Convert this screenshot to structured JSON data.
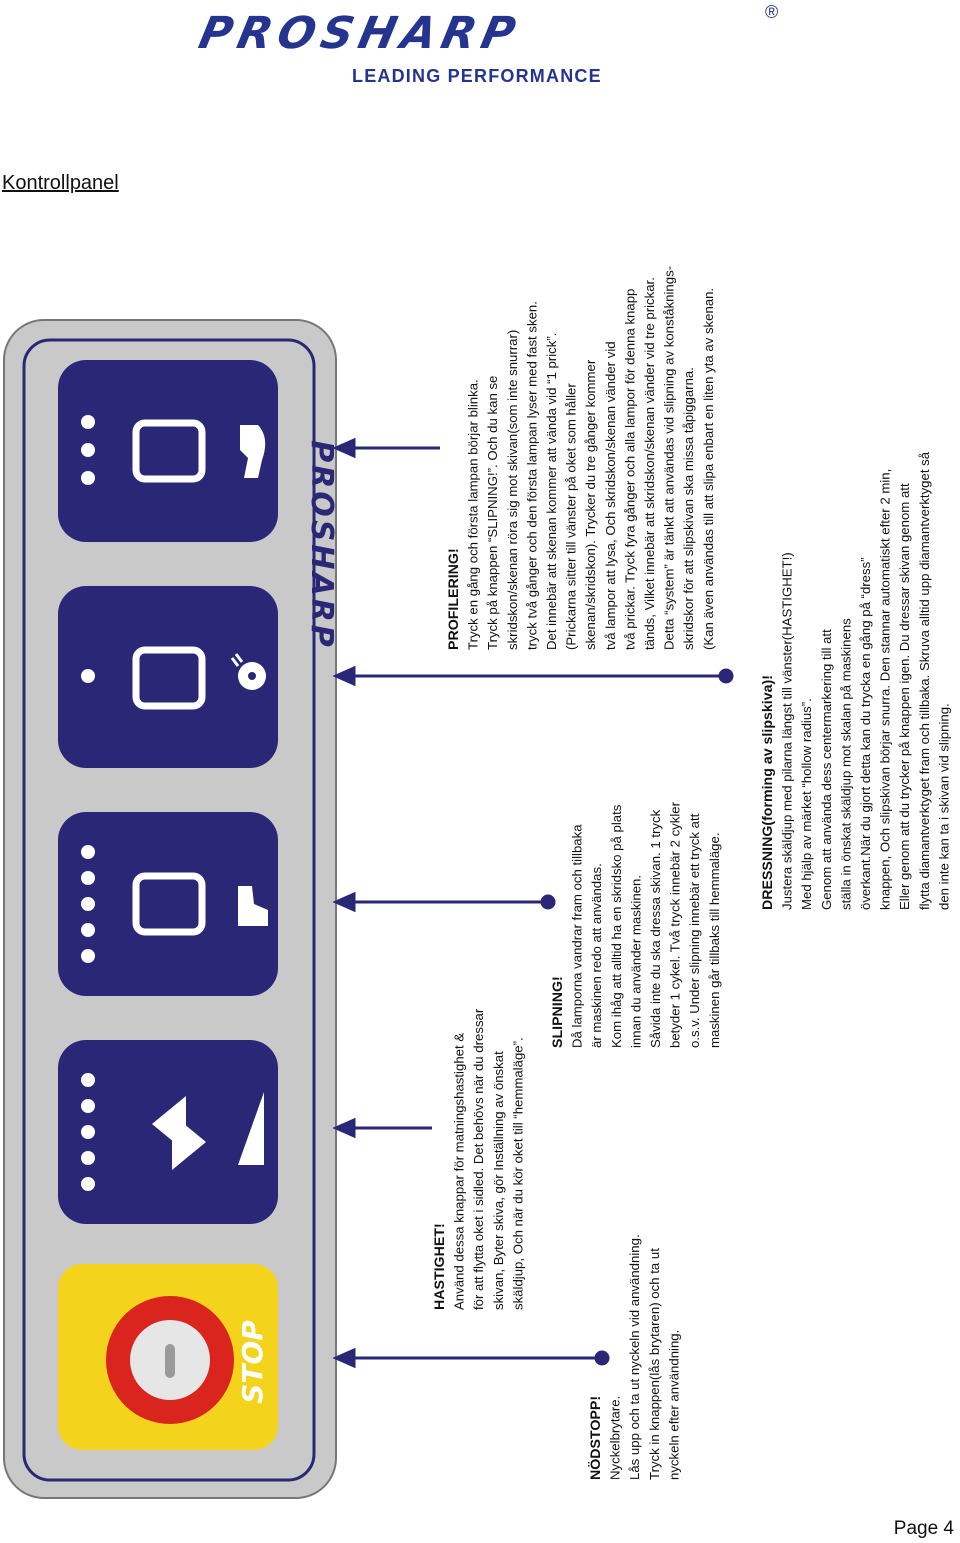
{
  "header": {
    "brand": "PROSHARP",
    "registered": "®",
    "tagline": "LEADING PERFORMANCE"
  },
  "section_title": "Kontrollpanel",
  "panel": {
    "brand": "PROSHARP",
    "stop_label": "STOP"
  },
  "notes": {
    "profilering": {
      "title": "PROFILERING!",
      "lines": [
        "Tryck en gång och första lampan börjar blinka.",
        "Tryck på knappen “SLIPNING!”. Och du kan se",
        "skridskon/skenan röra sig mot skivan(som inte snurrar)",
        "tryck två gånger och den första lampan lyser med fast sken.",
        "Det innebär att skenan kommer att vända vid “1 prick”.",
        "(Prickarna sitter till vänster på oket som håller",
        "skenan/skridskon). Trycker du tre gånger kommer",
        "två lampor att lysa, Och skridskon/skenan vänder vid",
        "två prickar. Tryck fyra gånger och alla lampor för denna knapp",
        "tänds, Vilket innebär att skridskon/skenan vänder vid tre prickar.",
        "Detta “system” är tänkt att användas vid slipning av konståknings-",
        "skridskor för att slipskivan ska missa tåpiggarna.",
        "(Kan även användas till att slipa enbart en liten yta av skenan."
      ]
    },
    "dressning": {
      "title": "DRESSNING(forming av slipskiva)!",
      "lines": [
        "Justera skäldjup med pilarna längst till vänster(HASTIGHET!)",
        "Med hjälp av märket “hollow radius”.",
        "Genom att använda dess centermarkering till att",
        "ställa in önskat skäldjup mot skalan på maskinens",
        "överkant.När du gjort detta kan du trycka en gång på “dress”",
        "knappen, Och slipskivan börjar snurra. Den stannar automatiskt efter 2 min,",
        "Eller genom att du trycker på knappen igen. Du dressar skivan genom att",
        "flytta diamantverktyget fram och tillbaka. Skruva alltid upp diamantverktyget så",
        "den inte kan ta i skivan vid slipning."
      ]
    },
    "slipning": {
      "title": "SLIPNING!",
      "lines": [
        "Då lamporna vandrar fram och tillbaka",
        "är maskinen redo att användas.",
        "Kom ihåg att alltid ha en skridsko på plats",
        "innan du använder maskinen.",
        "Såvida inte du ska dressa skivan. 1 tryck",
        "betyder 1 cykel. Två tryck innebär 2 cykler",
        "o.s.v. Under slipning innebär ett tryck att",
        "maskinen går tillbaks till hemmaläge."
      ]
    },
    "hastighet": {
      "title": "HASTIGHET!",
      "lines": [
        "Använd dessa knappar för matningshastighet &",
        "för att flytta oket i sidled. Det behövs när du dressar",
        "skivan, Byter skiva, gör Inställning av önskat",
        "skäldjup, Och när du kör oket till “hemmaläge”."
      ]
    },
    "nodstopp": {
      "title": "NÖDSTOPP!",
      "lines": [
        "Nyckelbrytare.",
        "Lås upp och ta ut nyckeln vid användning.",
        "Tryck in knappen(lås brytaren) och ta ut",
        "nyckeln efter användning."
      ]
    }
  },
  "page": "Page 4",
  "colors": {
    "brand_blue": "#24348f",
    "button_navy": "#2a2777",
    "stop_yellow": "#f4d31c",
    "stop_red": "#d9251d",
    "panel_gray": "#c9c9c9"
  }
}
